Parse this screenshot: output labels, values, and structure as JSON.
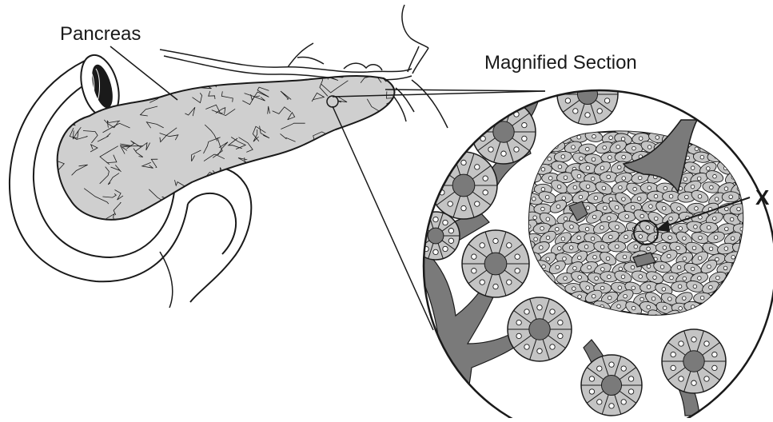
{
  "labels": {
    "organ": "Pancreas",
    "magnified": "Magnified Section",
    "marker": "X"
  },
  "colors": {
    "tissue": "#cfcfcf",
    "cell": "#c4c4c4",
    "duct": "#7a7a7a",
    "outline": "#1a1a1a",
    "background": "#ffffff"
  }
}
